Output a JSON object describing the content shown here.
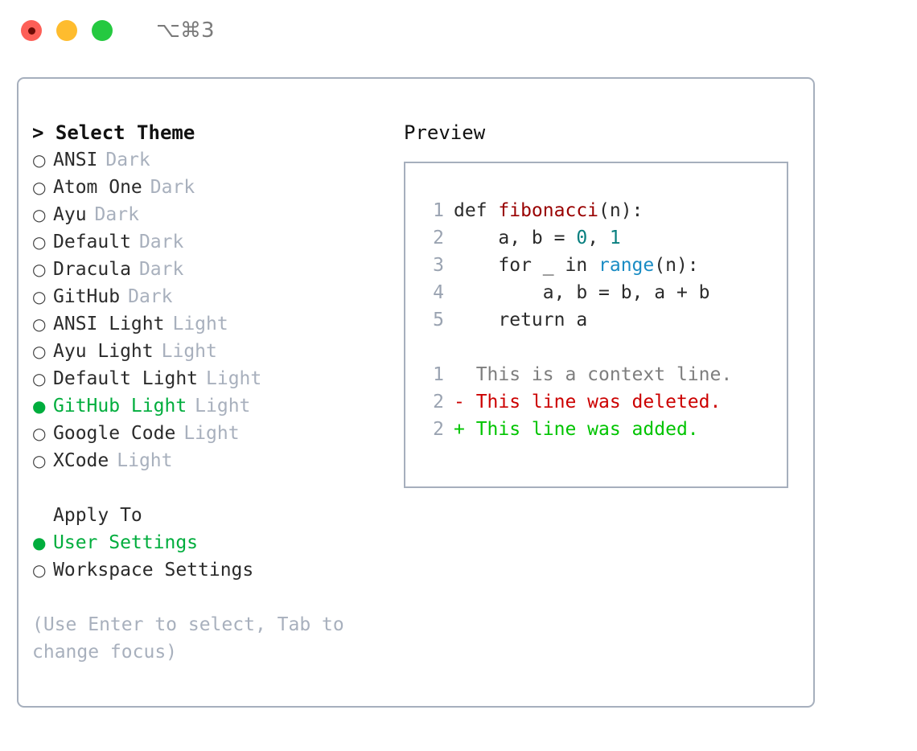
{
  "titlebar": {
    "shortcut": "⌥⌘3",
    "lights": [
      {
        "name": "close",
        "color": "#fd5f57"
      },
      {
        "name": "minimize",
        "color": "#febc2e"
      },
      {
        "name": "maximize",
        "color": "#25c940"
      }
    ]
  },
  "theme_list": {
    "heading": "> Select Theme",
    "items": [
      {
        "bullet": "○",
        "label": "ANSI",
        "suffix": "Dark",
        "selected": false
      },
      {
        "bullet": "○",
        "label": "Atom One",
        "suffix": "Dark",
        "selected": false
      },
      {
        "bullet": "○",
        "label": "Ayu",
        "suffix": "Dark",
        "selected": false
      },
      {
        "bullet": "○",
        "label": "Default",
        "suffix": "Dark",
        "selected": false
      },
      {
        "bullet": "○",
        "label": "Dracula",
        "suffix": "Dark",
        "selected": false
      },
      {
        "bullet": "○",
        "label": "GitHub",
        "suffix": "Dark",
        "selected": false
      },
      {
        "bullet": "○",
        "label": "ANSI Light",
        "suffix": "Light",
        "selected": false
      },
      {
        "bullet": "○",
        "label": "Ayu Light",
        "suffix": "Light",
        "selected": false
      },
      {
        "bullet": "○",
        "label": "Default Light",
        "suffix": "Light",
        "selected": false
      },
      {
        "bullet": "●",
        "label": "GitHub Light",
        "suffix": "Light",
        "selected": true
      },
      {
        "bullet": "○",
        "label": "Google Code",
        "suffix": "Light",
        "selected": false
      },
      {
        "bullet": "○",
        "label": "XCode",
        "suffix": "Light",
        "selected": false
      }
    ]
  },
  "apply_to": {
    "heading": "Apply To",
    "items": [
      {
        "bullet": "●",
        "label": "User Settings",
        "selected": true
      },
      {
        "bullet": "○",
        "label": "Workspace Settings",
        "selected": false
      }
    ]
  },
  "hint": "(Use Enter to select, Tab to change focus)",
  "preview": {
    "title": "Preview",
    "code_lines": [
      {
        "no": "1",
        "tokens": [
          {
            "t": "def ",
            "c": "kw"
          },
          {
            "t": "fibonacci",
            "c": "fn"
          },
          {
            "t": "(n):",
            "c": "punc"
          }
        ]
      },
      {
        "no": "2",
        "tokens": [
          {
            "t": "    a, b = ",
            "c": "kw"
          },
          {
            "t": "0",
            "c": "num"
          },
          {
            "t": ", ",
            "c": "punc"
          },
          {
            "t": "1",
            "c": "num"
          }
        ]
      },
      {
        "no": "3",
        "tokens": [
          {
            "t": "    for _ in ",
            "c": "kw"
          },
          {
            "t": "range",
            "c": "bi"
          },
          {
            "t": "(n):",
            "c": "punc"
          }
        ]
      },
      {
        "no": "4",
        "tokens": [
          {
            "t": "        a, b = b, a + b",
            "c": "kw"
          }
        ]
      },
      {
        "no": "5",
        "tokens": [
          {
            "t": "    return a",
            "c": "kw"
          }
        ]
      }
    ],
    "diff_lines": [
      {
        "no": "1",
        "marker": "  ",
        "text": "This is a context line.",
        "kind": "ctx"
      },
      {
        "no": "2",
        "marker": "- ",
        "text": "This line was deleted.",
        "kind": "del"
      },
      {
        "no": "2",
        "marker": "+ ",
        "text": "This line was added.",
        "kind": "add"
      }
    ]
  },
  "colors": {
    "accent_green": "#00ad3d",
    "border": "#a6afbd",
    "muted": "#a8b0bd",
    "diff_delete": "#cc0000",
    "diff_add": "#00c400",
    "syntax_function": "#990000",
    "syntax_number": "#087f7f",
    "syntax_builtin": "#1a8cc4"
  }
}
